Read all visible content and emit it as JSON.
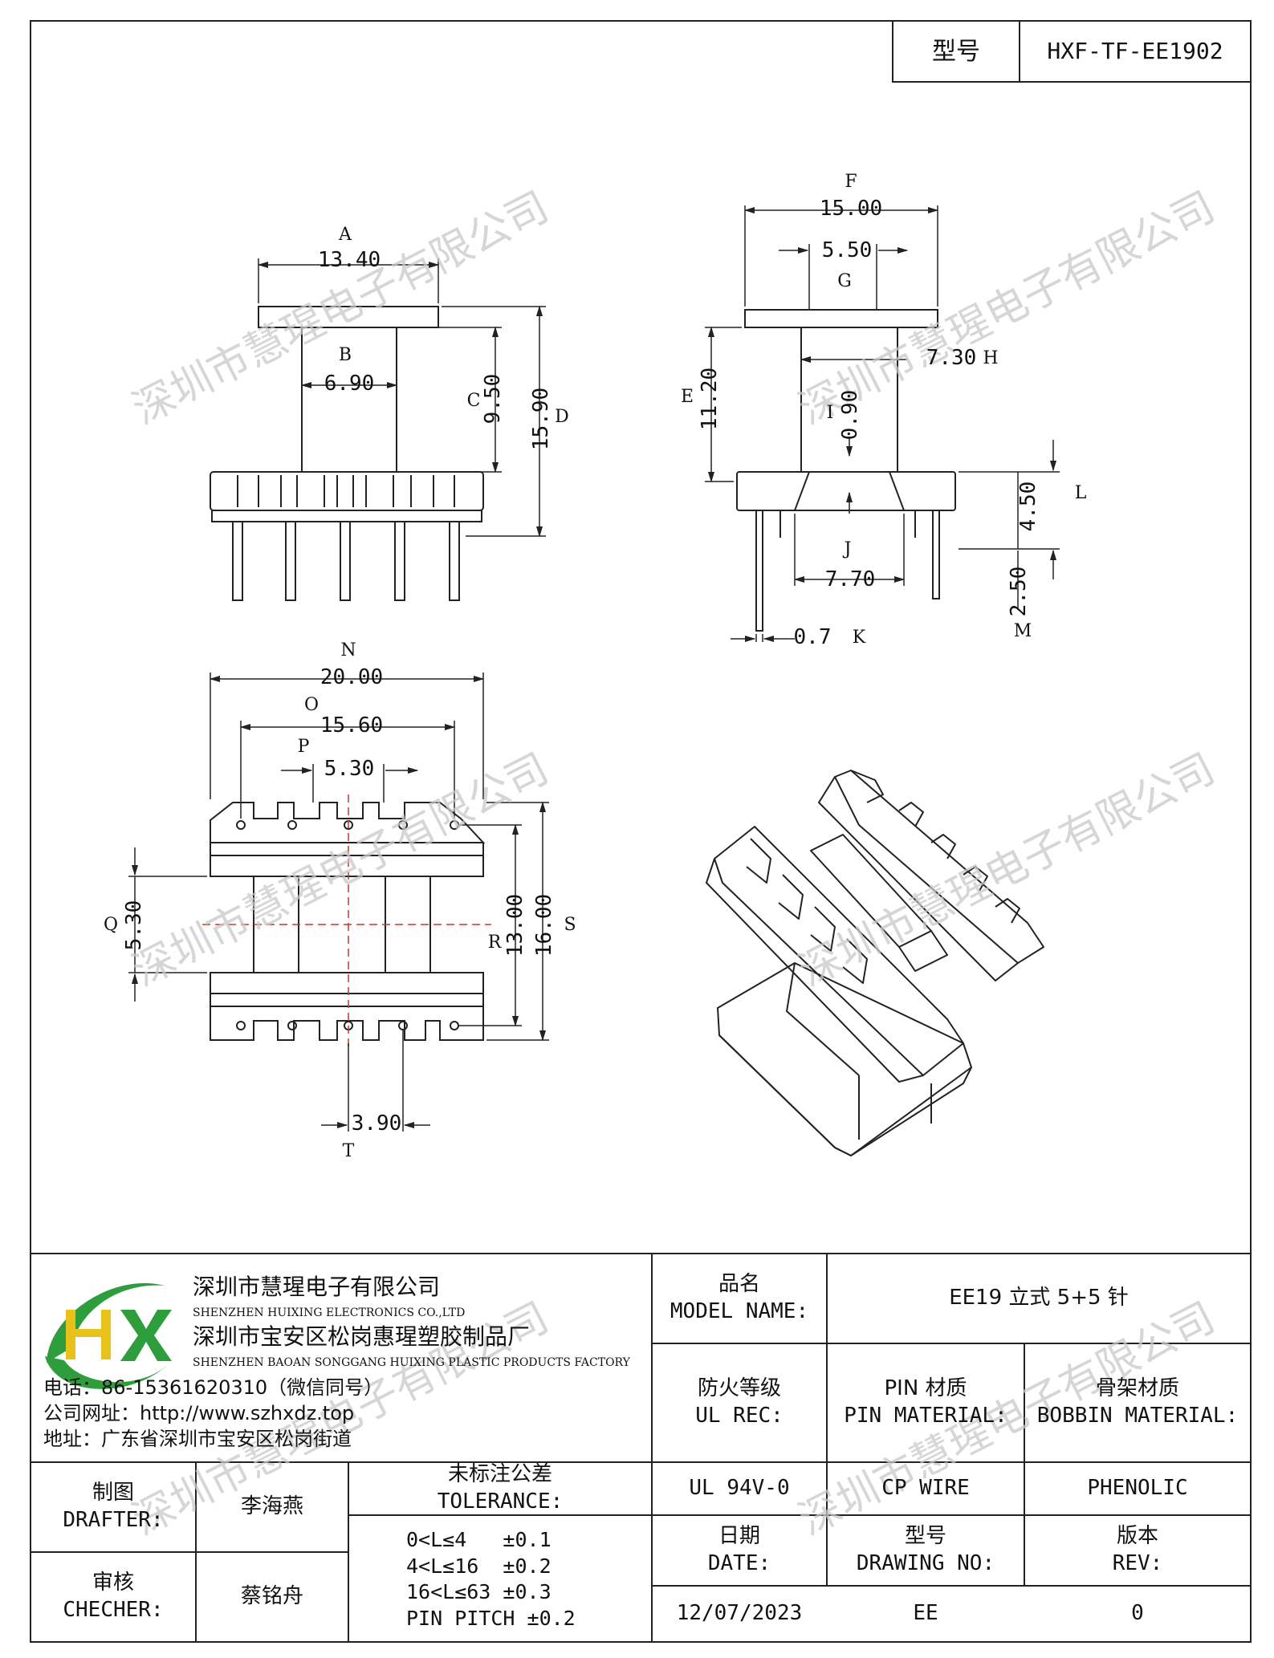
{
  "title_block_top": {
    "model_label": "型号",
    "model_value": "HXF-TF-EE1902"
  },
  "views": {
    "front": {
      "A": {
        "letter": "A",
        "value": "13.40"
      },
      "B": {
        "letter": "B",
        "value": "6.90"
      },
      "C": {
        "letter": "C",
        "value": "9.50"
      },
      "D": {
        "letter": "D",
        "value": "15.90"
      }
    },
    "side": {
      "F": {
        "letter": "F",
        "value": "15.00"
      },
      "G": {
        "letter": "G",
        "value": "5.50"
      },
      "H": {
        "letter": "H",
        "value": "7.30"
      },
      "E": {
        "letter": "E",
        "value": "11.20"
      },
      "I": {
        "letter": "I",
        "value": "0.90"
      },
      "L": {
        "letter": "L",
        "value": "4.50"
      },
      "J": {
        "letter": "J",
        "value": "7.70"
      },
      "M": {
        "letter": "M",
        "value": "2.50"
      },
      "K": {
        "letter": "K",
        "value": "0.7"
      }
    },
    "bottom": {
      "N": {
        "letter": "N",
        "value": "20.00"
      },
      "O": {
        "letter": "O",
        "value": "15.60"
      },
      "P": {
        "letter": "P",
        "value": "5.30"
      },
      "Q": {
        "letter": "Q",
        "value": "5.30"
      },
      "R": {
        "letter": "R",
        "value": "13.00"
      },
      "S": {
        "letter": "S",
        "value": "16.00"
      },
      "T": {
        "letter": "T",
        "value": "3.90"
      }
    }
  },
  "watermark": "深圳市慧瑆电子有限公司",
  "company": {
    "name_cn": "深圳市慧瑆电子有限公司",
    "name_en": "SHENZHEN HUIXING ELECTRONICS CO.,LTD",
    "factory_cn": "深圳市宝安区松岗惠瑆塑胶制品厂",
    "factory_en": "SHENZHEN BAOAN SONGGANG HUIXING PLASTIC PRODUCTS FACTORY",
    "phone": "电话：86-15361620310（微信同号）",
    "website": "公司网址：http://www.szhxdz.top",
    "address": "地址：广东省深圳市宝安区松岗街道",
    "logo_text": "HX"
  },
  "title_block": {
    "model_name_cn": "品名",
    "model_name_en": "MODEL NAME:",
    "model_name_value": "EE19 立式 5+5 针",
    "ul_rec_cn": "防火等级",
    "ul_rec_en": "UL REC:",
    "pin_material_cn": "PIN 材质",
    "pin_material_en": "PIN MATERIAL:",
    "bobbin_material_cn": "骨架材质",
    "bobbin_material_en": "BOBBIN MATERIAL:",
    "ul_value": "UL 94V-0",
    "pin_value": "CP WIRE",
    "bobbin_value": "PHENOLIC",
    "drafter_cn": "制图",
    "drafter_en": "DRAFTER:",
    "drafter_name": "李海燕",
    "tolerance_cn": "未标注公差",
    "tolerance_en": "TOLERANCE:",
    "tolerances": [
      "0<L≤4   ±0.1",
      "4<L≤16  ±0.2",
      "16<L≤63 ±0.3",
      "PIN PITCH ±0.2"
    ],
    "checker_cn": "审核",
    "checker_en": "CHECHER:",
    "checker_name": "蔡铭舟",
    "date_cn": "日期",
    "date_en": "DATE:",
    "drawing_no_cn": "型号",
    "drawing_no_en": "DRAWING NO:",
    "rev_cn": "版本",
    "rev_en": "REV:",
    "date_value": "12/07/2023",
    "drawing_no_value": "EE",
    "rev_value": "0"
  },
  "colors": {
    "line": "#222222",
    "center_line": "#c0392b",
    "logo_green": "#2e9e3c",
    "logo_yellow": "#e8c21a"
  }
}
